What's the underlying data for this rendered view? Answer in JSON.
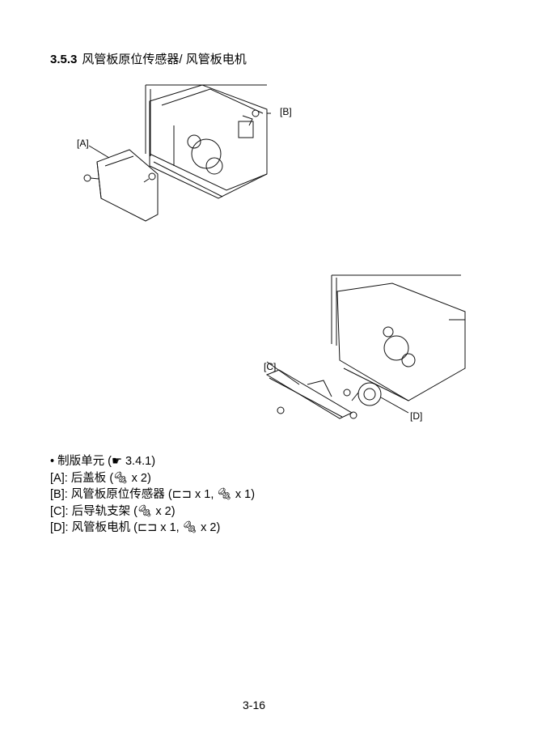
{
  "section": {
    "number": "3.5.3",
    "title": "风管板原位传感器/ 风管板电机"
  },
  "figure1": {
    "labels": [
      "[A]",
      "[B]"
    ]
  },
  "figure2": {
    "labels": [
      "[C]",
      "[D]"
    ]
  },
  "list": [
    {
      "key": "•",
      "text": "制版单元 (",
      "icon": "pointing-hand-icon",
      "tail": " 3.4.1)"
    },
    {
      "key": "[A]:",
      "text": "后盖板 (",
      "tail": " x 2)"
    },
    {
      "key": "[B]:",
      "text": "风管板原位传感器 (",
      "tail": " x 1, ",
      "tail2": " x 1)"
    },
    {
      "key": "[C]:",
      "text": "后导轨支架 (",
      "tail": " x 2)"
    },
    {
      "key": "[D]:",
      "text": "风管板电机 (",
      "tail": " x 1, ",
      "tail2": " x 2)"
    }
  ],
  "page_number": "3-16"
}
